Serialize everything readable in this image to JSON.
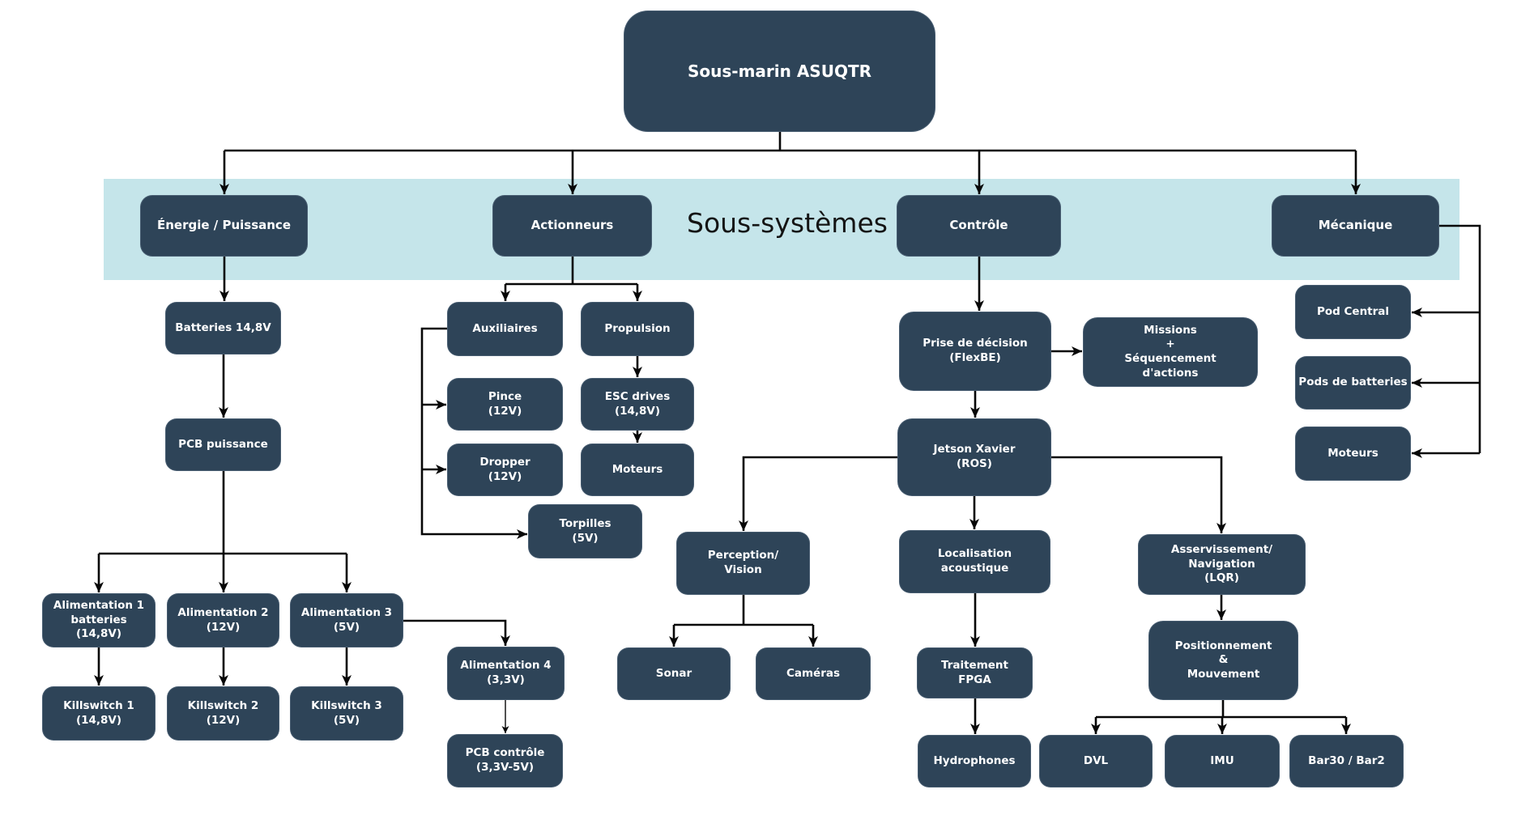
{
  "diagram": {
    "title": "Sous-marin ASUQTR",
    "band": {
      "label": "Sous-systèmes"
    },
    "colors": {
      "box_fill": "#2e4458",
      "box_text": "#ffffff",
      "band_fill": "#c5e5ea",
      "line": "#070707",
      "background": "#ffffff"
    },
    "nodes": {
      "energie": "Énergie / Puissance",
      "actionneurs": "Actionneurs",
      "controle": "Contrôle",
      "mecanique": "Mécanique",
      "batteries": "Batteries 14,8V",
      "pcb_puissance": "PCB puissance",
      "alimentation1": "Alimentation 1\nbatteries\n(14,8V)",
      "alimentation2": "Alimentation 2\n(12V)",
      "alimentation3": "Alimentation 3\n(5V)",
      "killswitch1": "Killswitch 1\n(14,8V)",
      "killswitch2": "Killswitch 2\n(12V)",
      "killswitch3": "Killswitch 3\n(5V)",
      "alimentation4": "Alimentation 4\n(3,3V)",
      "pcb_controle": "PCB contrôle\n(3,3V-5V)",
      "auxiliaires": "Auxiliaires",
      "propulsion": "Propulsion",
      "pince": "Pince\n(12V)",
      "esc_drives": "ESC drives\n(14,8V)",
      "dropper": "Dropper\n(12V)",
      "moteurs_actionneurs": "Moteurs",
      "torpilles": "Torpilles\n(5V)",
      "prise_decision": "Prise de décision\n(FlexBE)",
      "missions": "Missions\n+\nSéquencement\nd'actions",
      "jetson": "Jetson Xavier\n(ROS)",
      "perception": "Perception/\nVision",
      "localisation": "Localisation\nacoustique",
      "asservissement": "Asservissement/\nNavigation\n(LQR)",
      "sonar": "Sonar",
      "cameras": "Caméras",
      "traitement_fpga": "Traitement\nFPGA",
      "hydrophones": "Hydrophones",
      "positionnement": "Positionnement\n&\nMouvement",
      "dvl": "DVL",
      "imu": "IMU",
      "bar30": "Bar30 / Bar2",
      "pod_central": "Pod Central",
      "pods_batteries": "Pods de batteries",
      "moteurs_mecanique": "Moteurs"
    }
  }
}
